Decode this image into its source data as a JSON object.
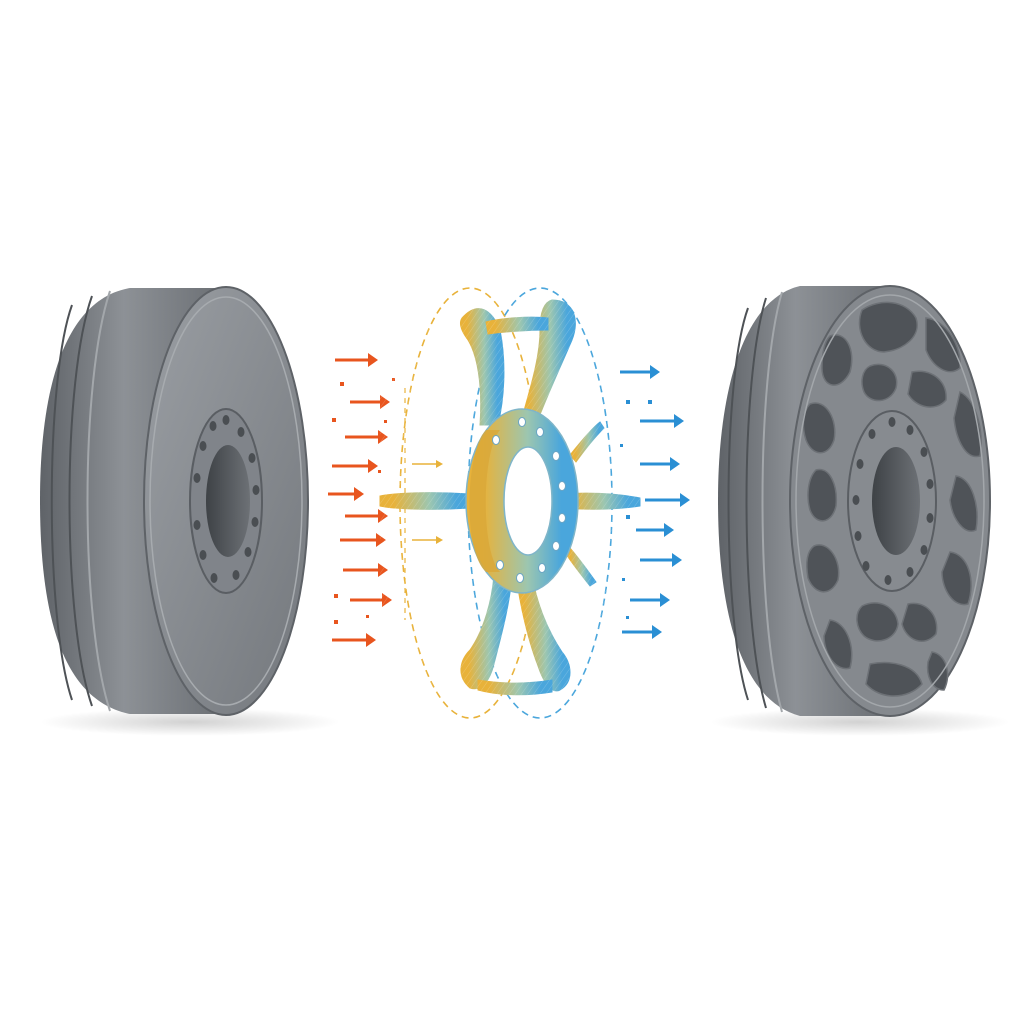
{
  "diagram": {
    "stages": [
      {
        "name": "solid-wheel"
      },
      {
        "name": "topology-optimization-lattice"
      },
      {
        "name": "lightweight-wheel"
      }
    ],
    "flow_direction": "left-to-right",
    "colors": {
      "background": "#ffffff",
      "wheel_body": "#7d8186",
      "wheel_face": "#8a8e93",
      "wheel_dark": "#5c6065",
      "input_arrows": "#e8551e",
      "output_arrows": "#2a8fd4",
      "lattice_warm": "#e8b23a",
      "lattice_cool": "#4aa6dc"
    },
    "icons": [
      "arrow-right-icon"
    ]
  }
}
